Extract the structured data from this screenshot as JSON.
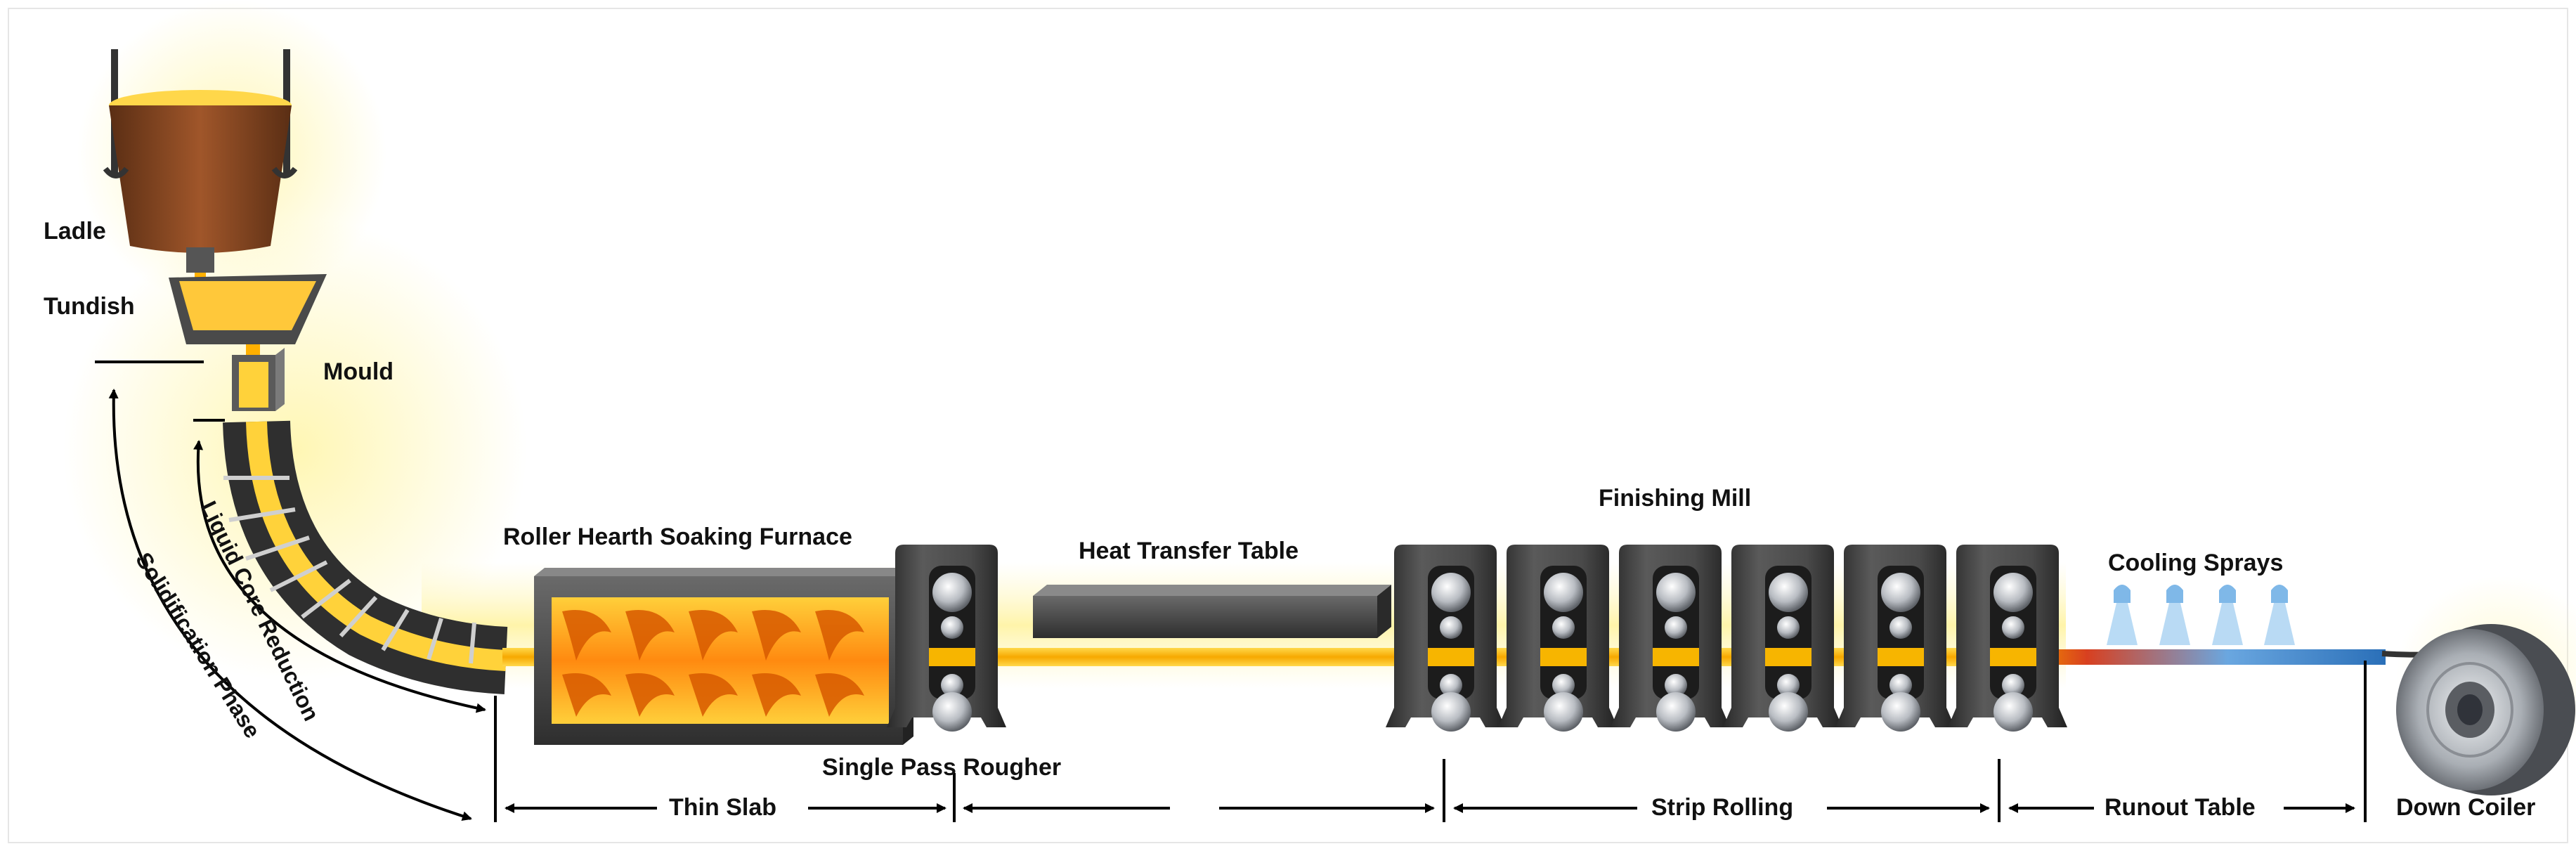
{
  "labels": {
    "ladle": "Ladle",
    "tundish": "Tundish",
    "mould": "Mould",
    "roller_hearth_soaking_furnace": "Roller Hearth Soaking Furnace",
    "heat_transfer_table": "Heat Transfer Table",
    "finishing_mill": "Finishing Mill",
    "cooling_sprays": "Cooling Sprays",
    "liquid_core_reduction": "Liquid Core Reduction",
    "solidification_phase": "Solidification Phase",
    "single_pass_rougher": "Single Pass Rougher",
    "thin_slab": "Thin Slab",
    "strip_rolling": "Strip Rolling",
    "runout_table": "Runout Table",
    "down_coiler": "Down Coiler"
  },
  "colors": {
    "hot_steel": "#f7b500",
    "glow": "#fff2a0",
    "ladle_body": "#8a4a22",
    "equipment_dark": "#3c3c3c",
    "cooled_strip": "#3a7fc0",
    "coil_grey": "#9aa0a6"
  },
  "finishing_stand_count": 6
}
